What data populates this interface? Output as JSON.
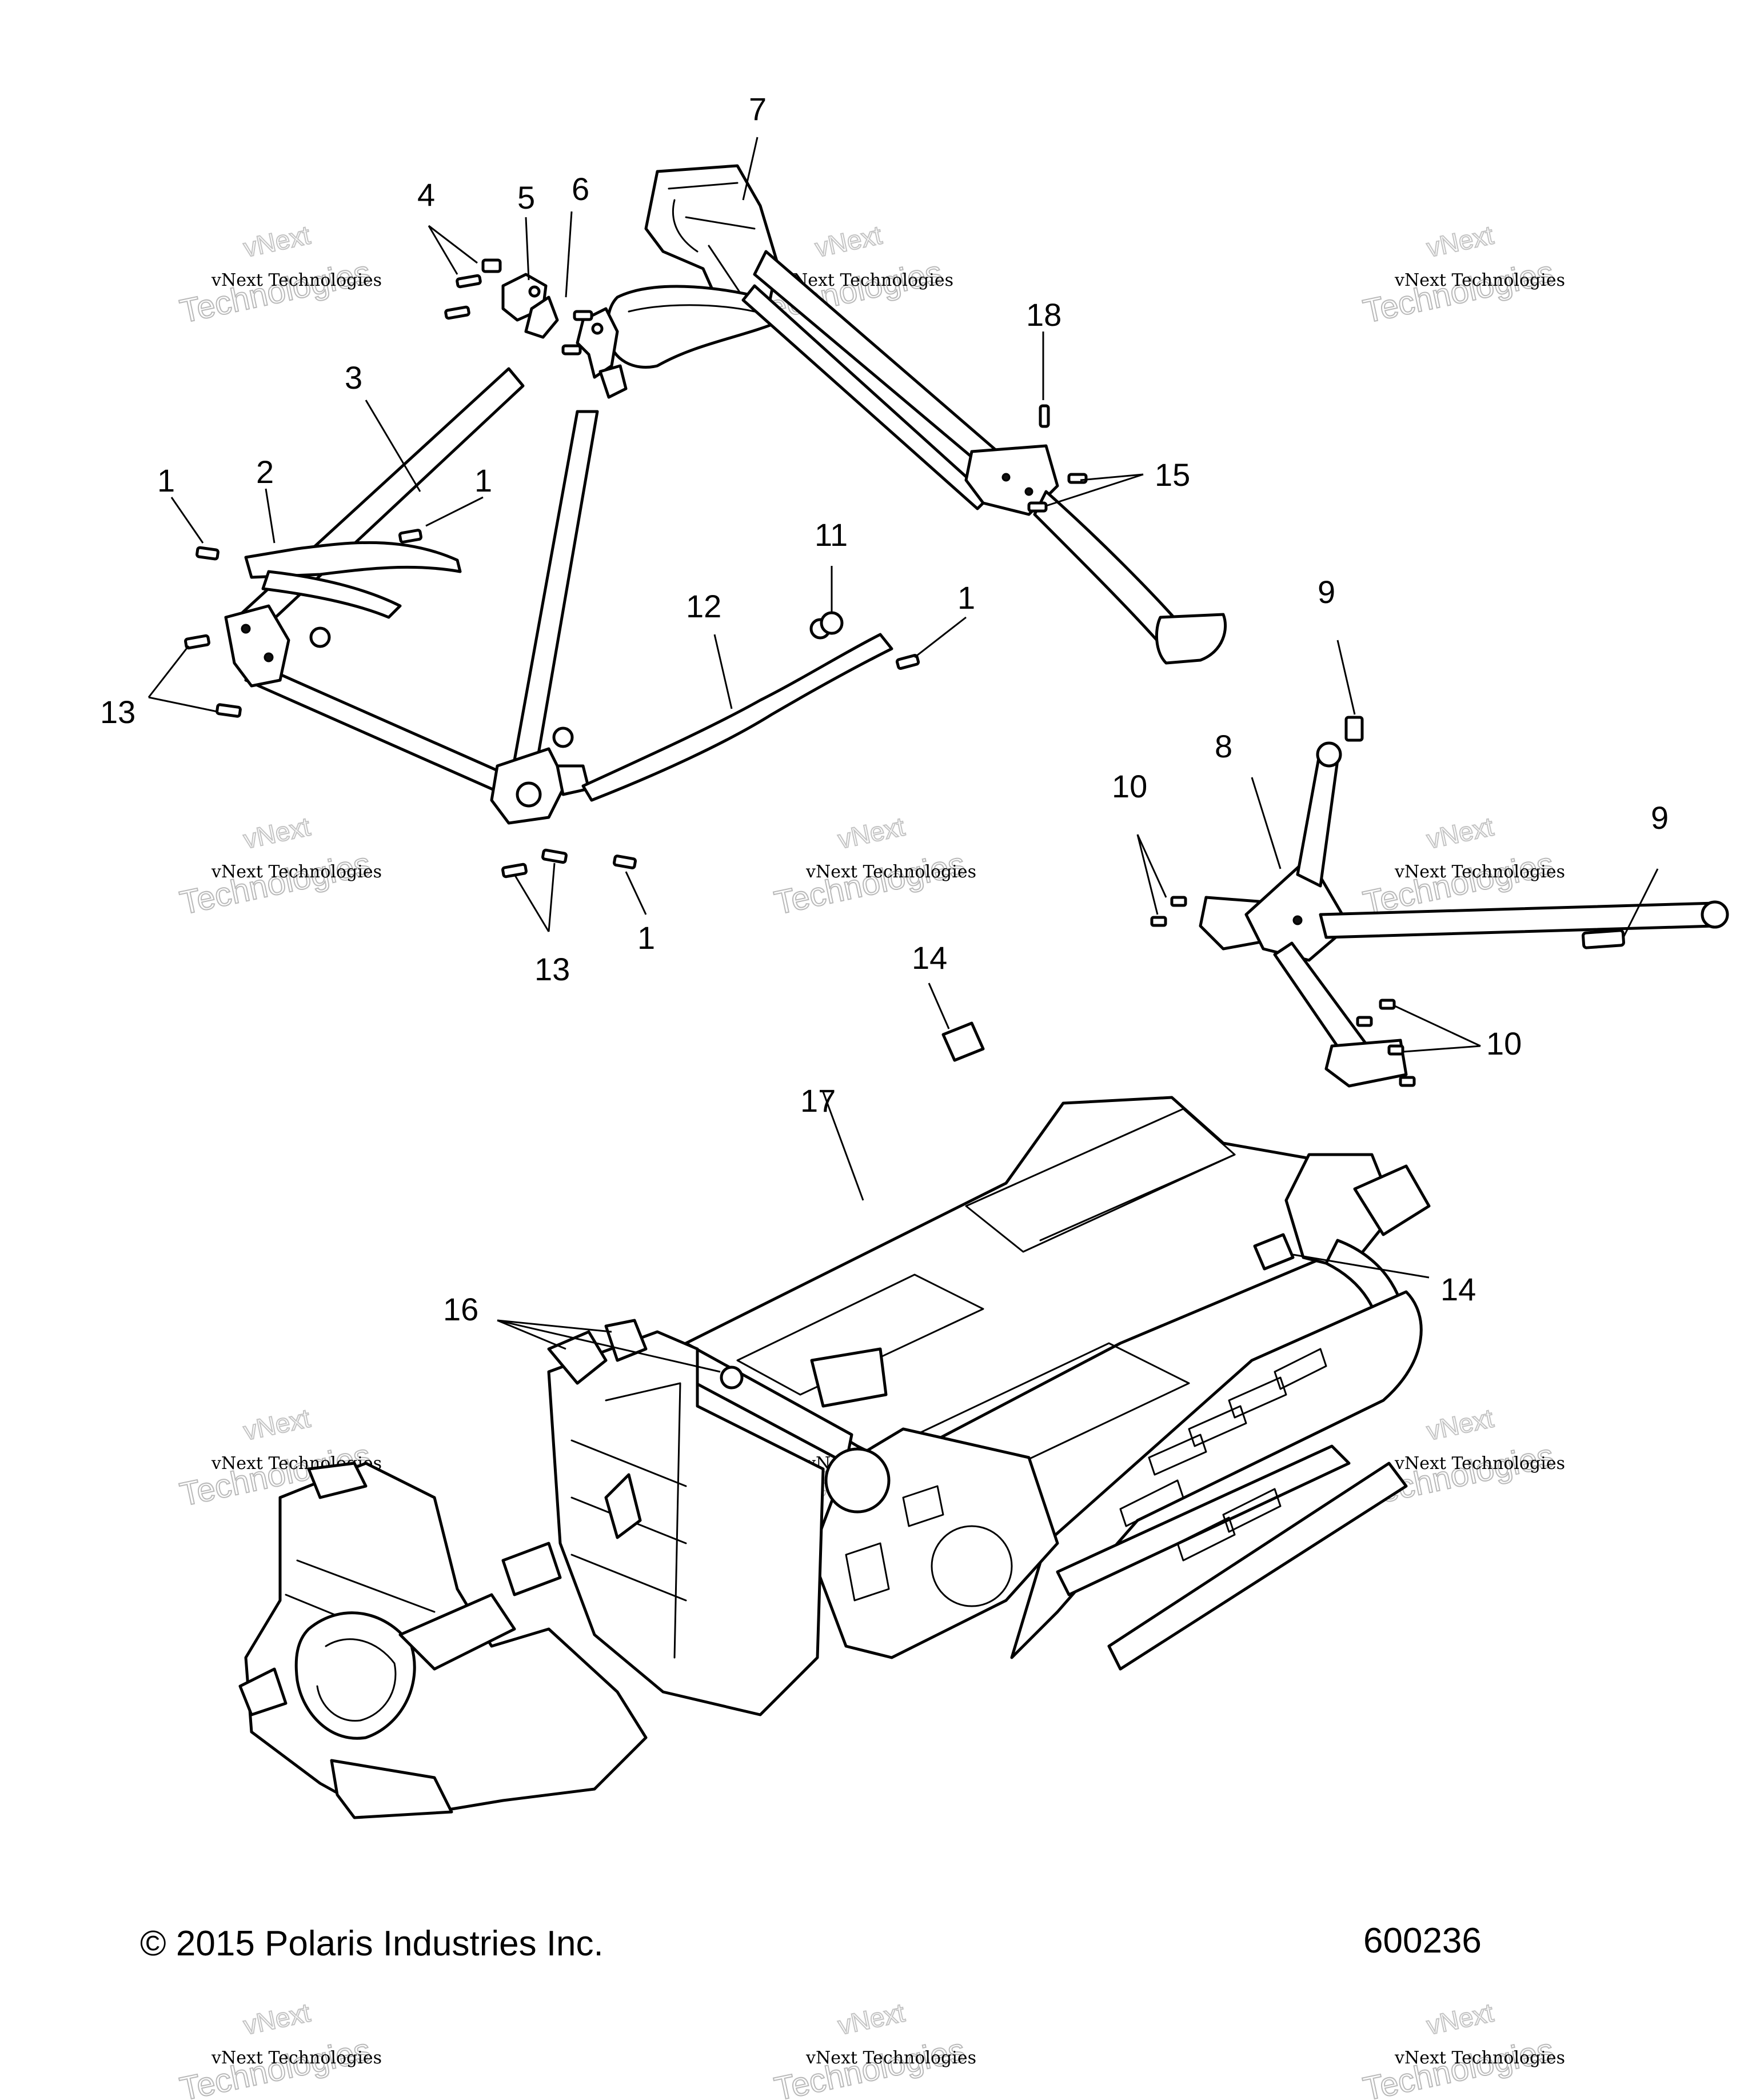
{
  "callouts": [
    {
      "id": "c1a",
      "label": "1"
    },
    {
      "id": "c1b",
      "label": "1"
    },
    {
      "id": "c1c",
      "label": "1"
    },
    {
      "id": "c1d",
      "label": "1"
    },
    {
      "id": "c2",
      "label": "2"
    },
    {
      "id": "c3",
      "label": "3"
    },
    {
      "id": "c4",
      "label": "4"
    },
    {
      "id": "c5",
      "label": "5"
    },
    {
      "id": "c6",
      "label": "6"
    },
    {
      "id": "c7",
      "label": "7"
    },
    {
      "id": "c8",
      "label": "8"
    },
    {
      "id": "c9a",
      "label": "9"
    },
    {
      "id": "c9b",
      "label": "9"
    },
    {
      "id": "c10a",
      "label": "10"
    },
    {
      "id": "c10b",
      "label": "10"
    },
    {
      "id": "c11",
      "label": "11"
    },
    {
      "id": "c12",
      "label": "12"
    },
    {
      "id": "c13a",
      "label": "13"
    },
    {
      "id": "c13b",
      "label": "13"
    },
    {
      "id": "c14a",
      "label": "14"
    },
    {
      "id": "c14b",
      "label": "14"
    },
    {
      "id": "c15",
      "label": "15"
    },
    {
      "id": "c16",
      "label": "16"
    },
    {
      "id": "c17",
      "label": "17"
    },
    {
      "id": "c18",
      "label": "18"
    }
  ],
  "watermark": {
    "line1": "vNext Technologies",
    "line2": "Technologies",
    "top": "vNext"
  },
  "footer": {
    "copyright": "© 2015 Polaris Industries Inc.",
    "figure_number": "600236"
  }
}
